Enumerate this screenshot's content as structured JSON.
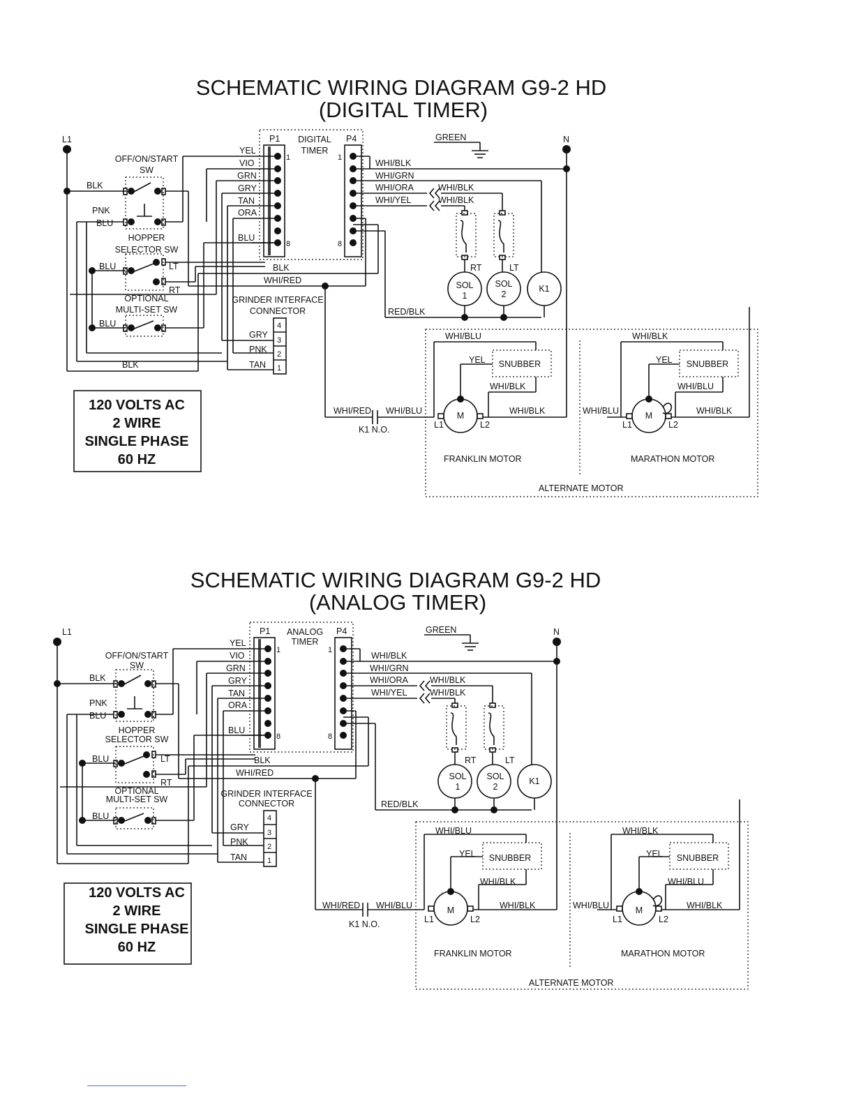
{
  "diagrams": [
    {
      "title_line1": "SCHEMATIC WIRING DIAGRAM G9-2 HD",
      "title_line2": "(DIGITAL TIMER)",
      "timer_label_line1": "DIGITAL",
      "timer_label_line2": "TIMER"
    },
    {
      "title_line1": "SCHEMATIC WIRING DIAGRAM G9-2 HD",
      "title_line2": "(ANALOG TIMER)",
      "timer_label_line1": "ANALOG",
      "timer_label_line2": "TIMER"
    }
  ],
  "labels": {
    "l1": "L1",
    "n": "N",
    "green": "GREEN",
    "off_on_start_1": "OFF/ON/START",
    "off_on_start_2": "SW",
    "blk": "BLK",
    "pnk": "PNK",
    "blu": "BLU",
    "hopper_1": "HOPPER",
    "hopper_2": "SELECTOR SW",
    "lt": "LT",
    "rt": "RT",
    "optional_1": "OPTIONAL",
    "optional_2": "MULTI-SET SW",
    "grinder_1": "GRINDER INTERFACE",
    "grinder_2": "CONNECTOR",
    "gry": "GRY",
    "tan": "TAN",
    "yel": "YEL",
    "vio": "VIO",
    "grn": "GRN",
    "ora": "ORA",
    "p1": "P1",
    "p4": "P4",
    "pin1": "1",
    "pin2": "2",
    "pin3": "3",
    "pin4": "4",
    "pin8": "8",
    "whi_blk": "WHI/BLK",
    "whi_grn": "WHI/GRN",
    "whi_ora": "WHI/ORA",
    "whi_yel": "WHI/YEL",
    "whi_red": "WHI/RED",
    "whi_blu": "WHI/BLU",
    "red_blk": "RED/BLK",
    "sol": "SOL",
    "k1": "K1",
    "k1_no": "K1 N.O.",
    "snubber": "SNUBBER",
    "m": "M",
    "l2": "L2",
    "franklin": "FRANKLIN  MOTOR",
    "marathon": "MARATHON  MOTOR",
    "alternate": "ALTERNATE  MOTOR"
  },
  "power_box": {
    "line1": "120 VOLTS AC",
    "line2": "2 WIRE",
    "line3": "SINGLE PHASE",
    "line4": "60 HZ"
  }
}
